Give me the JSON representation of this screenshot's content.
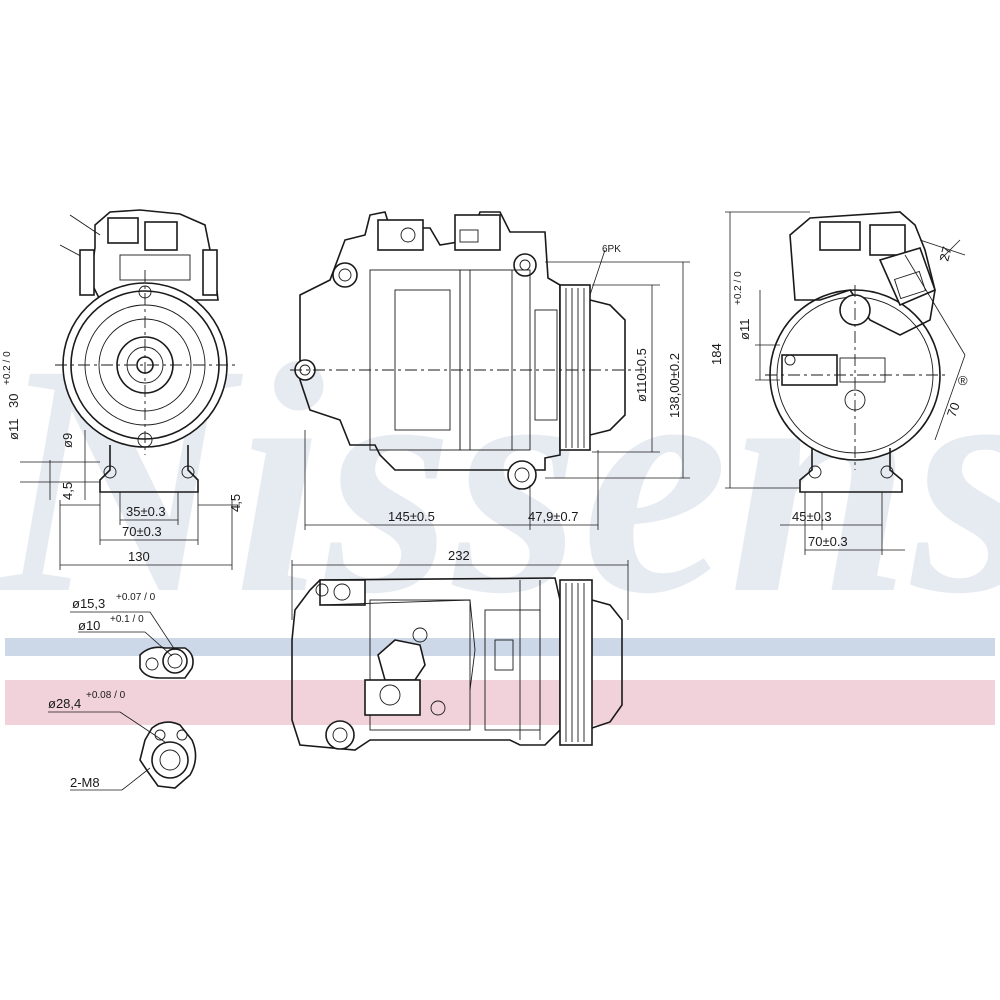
{
  "watermark": {
    "brand": "Nissens",
    "registered_mark": "®",
    "blue_band": "#b7c6de",
    "red_band": "#e9b4c1"
  },
  "front_view": {
    "dims": {
      "shaft_dia": "ø11",
      "shaft_tol": "+0.2 / 0",
      "mount_width_small": "30",
      "hole_dia": "ø9",
      "left_offset": "4,5",
      "right_offset": "4,5",
      "inner_span": "35±0.3",
      "outer_span": "70±0.3",
      "overall_width": "130"
    }
  },
  "side_view": {
    "dims": {
      "belt": "6PK",
      "pulley_dia": "ø110±0.5",
      "height": "138,00±0.2",
      "body_length": "145±0.5",
      "pulley_offset": "47,9±0.7"
    }
  },
  "rear_view": {
    "dims": {
      "height": "184",
      "hole_dia": "ø11",
      "hole_tol": "+0.2 / 0",
      "angle_a": "27",
      "angle_b": "70",
      "inner_span": "45±0.3",
      "outer_span": "70±0.3"
    }
  },
  "top_view": {
    "dims": {
      "overall_length": "232"
    }
  },
  "port_details": {
    "port_small": {
      "outer": "ø15,3",
      "outer_tol": "+0.07 / 0",
      "inner": "ø10",
      "inner_tol": "+0.1 / 0"
    },
    "port_large": {
      "outer": "ø28,4",
      "outer_tol": "+0.08 / 0",
      "thread": "2-M8"
    }
  }
}
